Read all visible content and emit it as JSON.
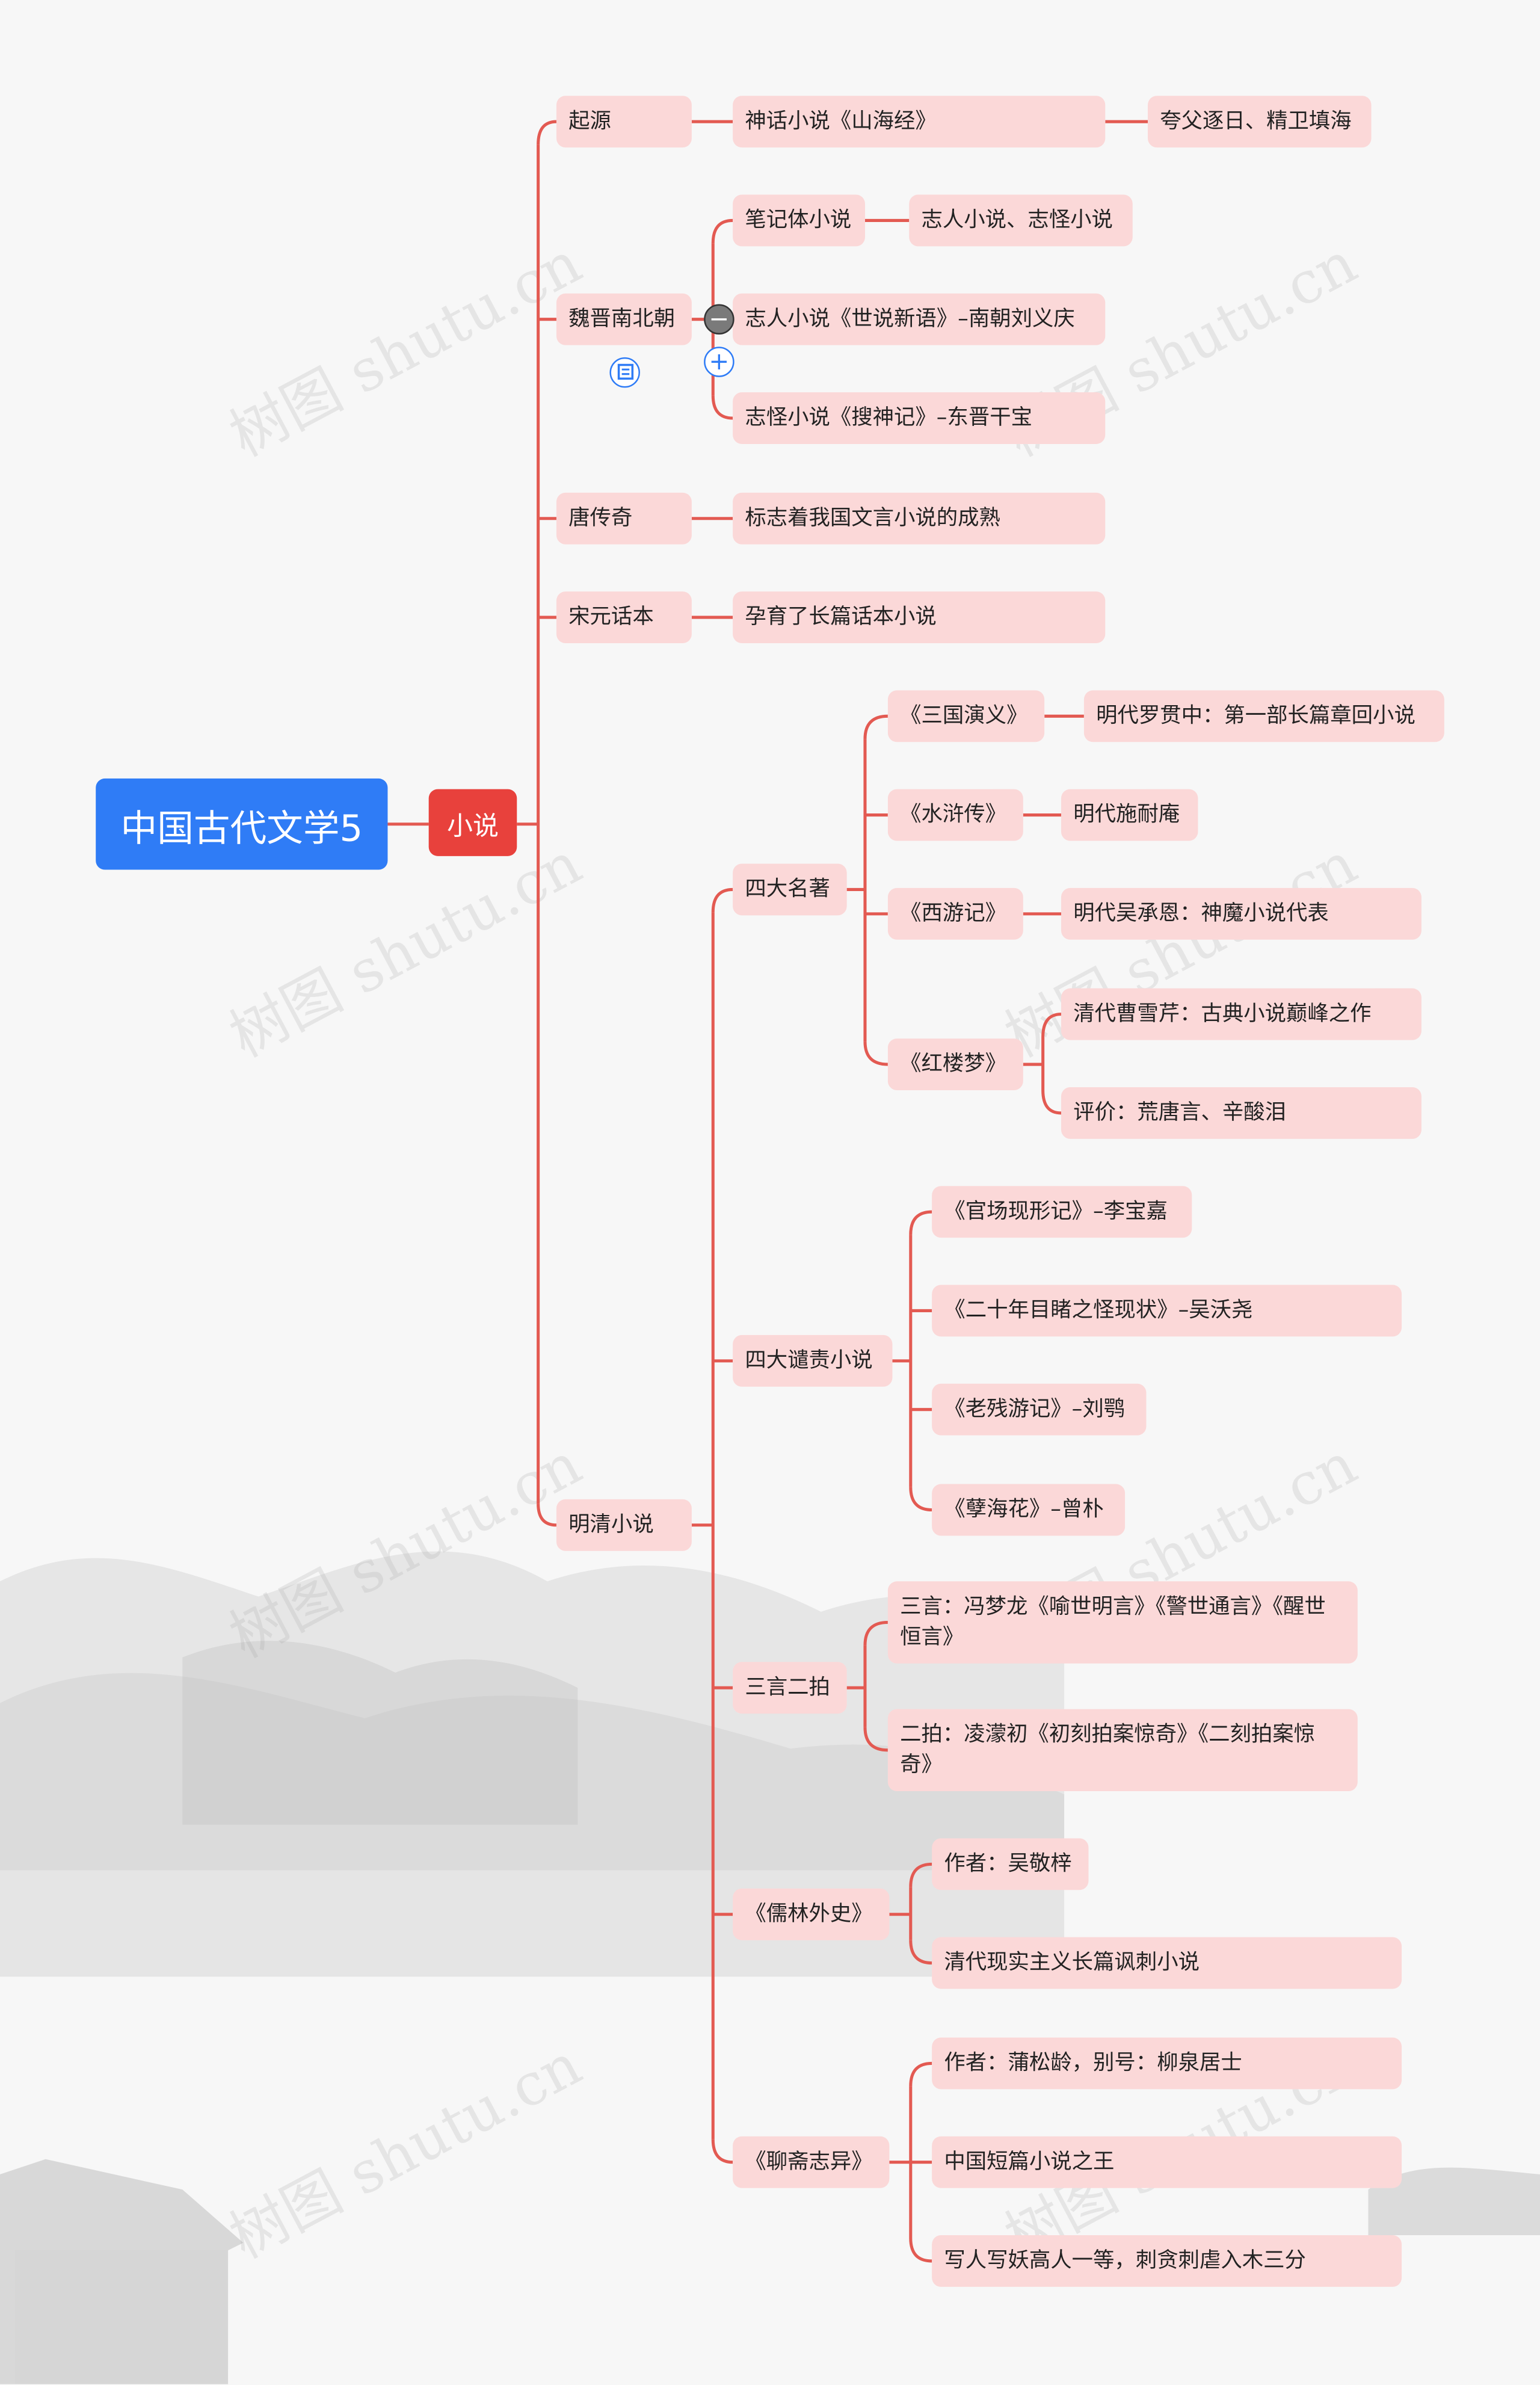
{
  "watermark": "树图 shutu.cn",
  "root": "中国古代文学5",
  "branch": "小说",
  "categories": {
    "origin": "起源",
    "weijin": "魏晋南北朝",
    "tang": "唐传奇",
    "songyuan": "宋元话本",
    "mingqing": "明清小说"
  },
  "origin": {
    "n1": "神话小说《山海经》",
    "n2": "夸父逐日、精卫填海"
  },
  "weijin": {
    "notes": "笔记体小说",
    "notes_child": "志人小说、志怪小说",
    "zhiren": "志人小说《世说新语》–南朝刘义庆",
    "zhiguai": "志怪小说《搜神记》–东晋干宝"
  },
  "tang": {
    "n1": "标志着我国文言小说的成熟"
  },
  "songyuan": {
    "n1": "孕育了长篇话本小说"
  },
  "mingqing": {
    "sida": {
      "label": "四大名著",
      "sanguo": "《三国演义》",
      "sanguo_c": "明代罗贯中：第一部长篇章回小说",
      "shuihu": "《水浒传》",
      "shuihu_c": "明代施耐庵",
      "xiyou": "《西游记》",
      "xiyou_c": "明代吴承恩：神魔小说代表",
      "honglou": "《红楼梦》",
      "honglou_c1": "清代曹雪芹：古典小说巅峰之作",
      "honglou_c2": "评价：荒唐言、辛酸泪"
    },
    "qianze": {
      "label": "四大谴责小说",
      "n1": "《官场现形记》–李宝嘉",
      "n2": "《二十年目睹之怪现状》–吴沃尧",
      "n3": "《老残游记》–刘鹗",
      "n4": "《孽海花》–曾朴"
    },
    "sanyan": {
      "label": "三言二拍",
      "n1": "三言：冯梦龙《喻世明言》《警世通言》《醒世恒言》",
      "n2": "二拍：凌濛初《初刻拍案惊奇》《二刻拍案惊奇》"
    },
    "rulin": {
      "label": "《儒林外史》",
      "n1": "作者：吴敬梓",
      "n2": "清代现实主义长篇讽刺小说"
    },
    "liaozhai": {
      "label": "《聊斋志异》",
      "n1": "作者：蒲松龄，别号：柳泉居士",
      "n2": "中国短篇小说之王",
      "n3": "写人写妖高人一等，刺贪刺虐入木三分"
    }
  },
  "colors": {
    "root": "#2f7cf6",
    "branch": "#e8413c",
    "node": "#fbd8d8",
    "line": "#e35a52"
  }
}
